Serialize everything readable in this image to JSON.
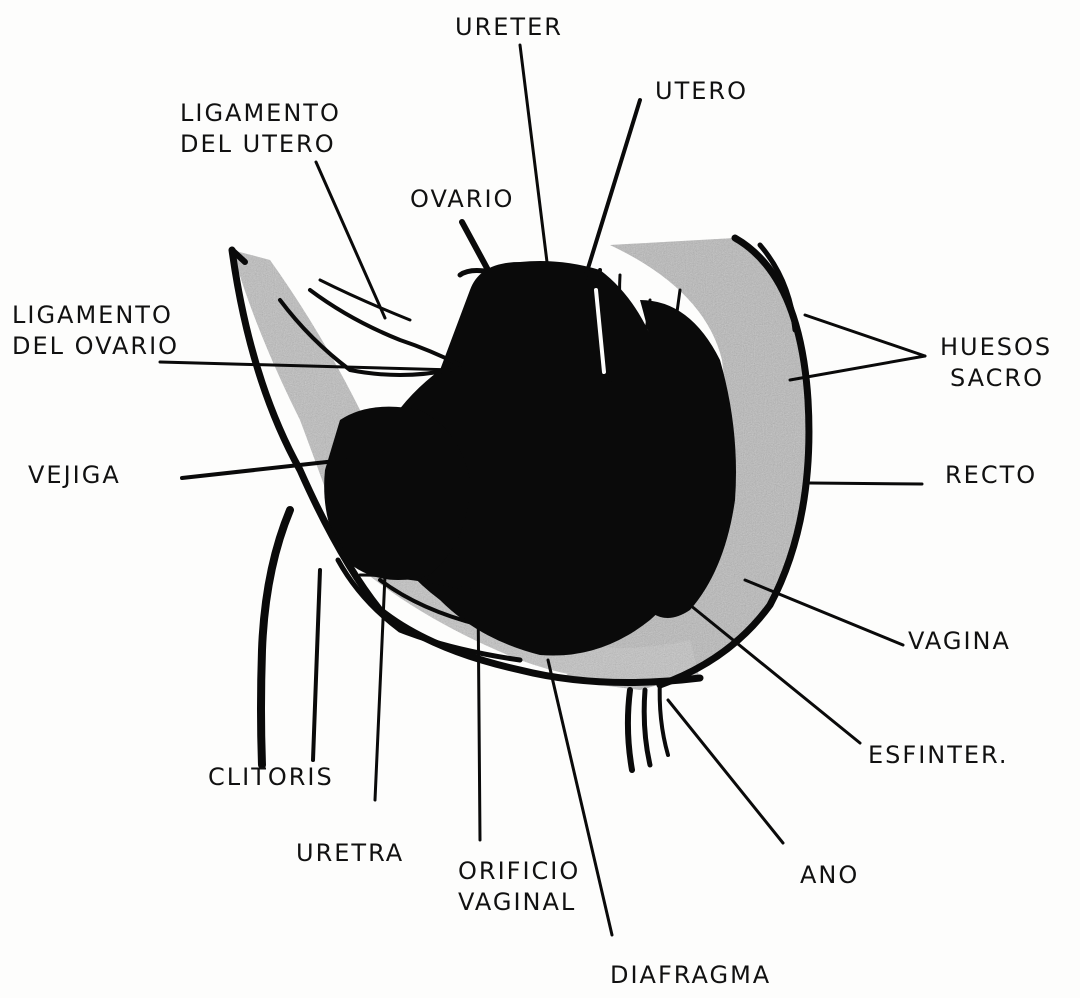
{
  "diagram": {
    "labels": {
      "ureter": "URETER",
      "utero": "UTERO",
      "ligamento_utero": [
        "LIGAMENTO",
        "DEL UTERO"
      ],
      "ovario": "OVARIO",
      "ligamento_ovario": [
        "LIGAMENTO",
        "DEL OVARIO"
      ],
      "huesos_sacro": [
        "HUESOS",
        "SACRO"
      ],
      "vejiga": "VEJIGA",
      "recto": "RECTO",
      "vagina": "VAGINA",
      "esfinter": "ESFINTER.",
      "clitoris": "CLITORIS",
      "uretra": "URETRA",
      "orificio_vaginal": [
        "ORIFICIO",
        "VAGINAL"
      ],
      "ano": "ANO",
      "diafragma": "DIAFRAGMA"
    },
    "colors": {
      "ink": "#0a0a0a",
      "shading": "#b9b9b9",
      "paper": "#fdfdfc"
    }
  }
}
